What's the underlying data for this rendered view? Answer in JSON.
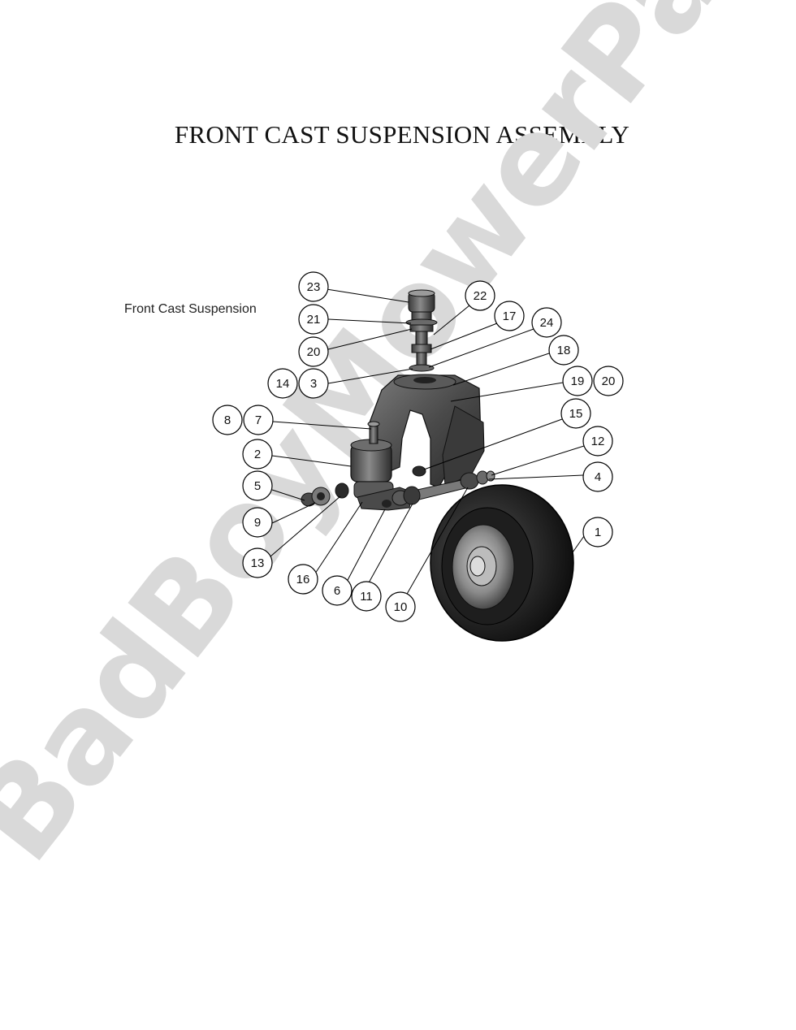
{
  "title": "FRONT CAST SUSPENSION ASSEMBLY",
  "subtitle": "Front Cast Suspension",
  "watermark": "BadBoyMowerParts.com",
  "callouts": [
    {
      "id": "c23",
      "label": "23"
    },
    {
      "id": "c21",
      "label": "21"
    },
    {
      "id": "c20a",
      "label": "20"
    },
    {
      "id": "c14",
      "label": "14"
    },
    {
      "id": "c3",
      "label": "3"
    },
    {
      "id": "c22",
      "label": "22"
    },
    {
      "id": "c17",
      "label": "17"
    },
    {
      "id": "c24",
      "label": "24"
    },
    {
      "id": "c18",
      "label": "18"
    },
    {
      "id": "c19",
      "label": "19"
    },
    {
      "id": "c20b",
      "label": "20"
    },
    {
      "id": "c8",
      "label": "8"
    },
    {
      "id": "c7",
      "label": "7"
    },
    {
      "id": "c2",
      "label": "2"
    },
    {
      "id": "c15",
      "label": "15"
    },
    {
      "id": "c12",
      "label": "12"
    },
    {
      "id": "c4",
      "label": "4"
    },
    {
      "id": "c5",
      "label": "5"
    },
    {
      "id": "c9",
      "label": "9"
    },
    {
      "id": "c1",
      "label": "1"
    },
    {
      "id": "c13",
      "label": "13"
    },
    {
      "id": "c16",
      "label": "16"
    },
    {
      "id": "c6",
      "label": "6"
    },
    {
      "id": "c11",
      "label": "11"
    },
    {
      "id": "c10",
      "label": "10"
    }
  ]
}
